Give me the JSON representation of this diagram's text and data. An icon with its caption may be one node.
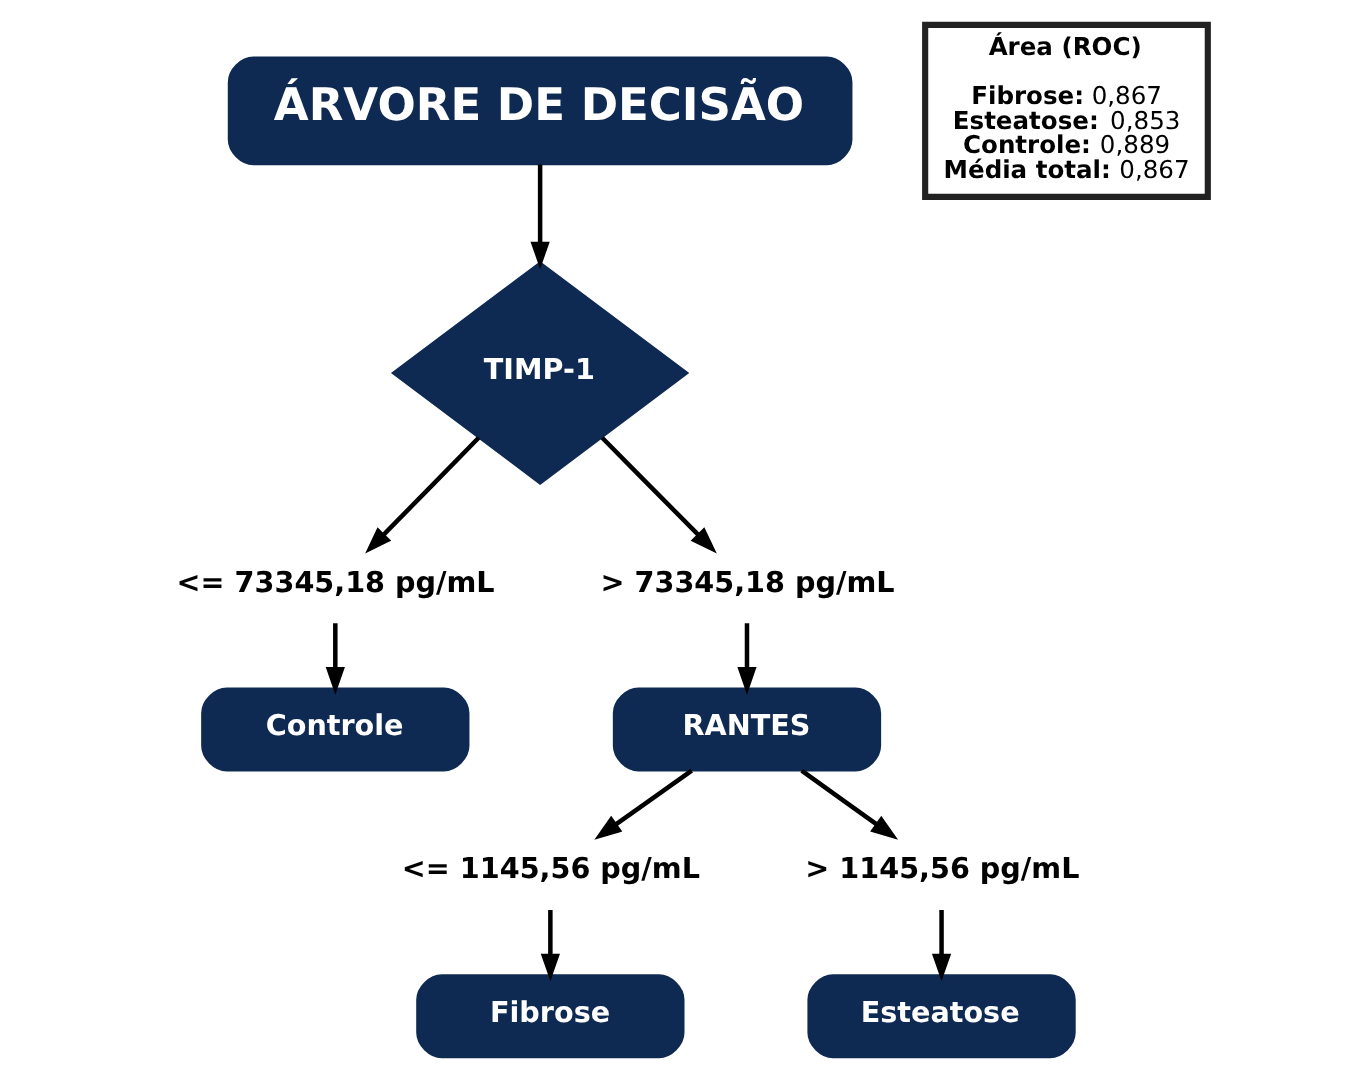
{
  "diagram": {
    "nodes": [
      {
        "text": [
          "ÁRVORE DE DECISÃO"
        ]
      },
      {
        "text": [
          "TIMP-1"
        ]
      },
      {
        "text": [
          "<= 73345,18 pg/mL"
        ]
      },
      {
        "text": [
          "> 73345,18 pg/mL"
        ]
      },
      {
        "text": [
          "Controle"
        ]
      },
      {
        "text": [
          "RANTES"
        ]
      },
      {
        "text": [
          "<= 1145,56 pg/mL"
        ]
      },
      {
        "text": [
          "> 1145,56 pg/mL"
        ]
      },
      {
        "text": [
          "Fibrose"
        ]
      },
      {
        "text": [
          "Esteatose"
        ]
      },
      {
        "text": [
          "Área (ROC)",
          "**Fibrose:** 0,867",
          "**Esteatose:** 0,853",
          "**Controle:** 0,889",
          "**Média total:** 0,867"
        ]
      }
    ],
    "edges": [
      {
        "from": 0,
        "to": 1,
        "arrow": "to"
      },
      {
        "from": 1,
        "to": 2,
        "arrow": "to"
      },
      {
        "from": 1,
        "to": 3,
        "arrow": "to"
      },
      {
        "from": 2,
        "to": 4,
        "arrow": "to"
      },
      {
        "from": 3,
        "to": 5,
        "arrow": "to"
      },
      {
        "from": 5,
        "to": 6,
        "arrow": "to"
      },
      {
        "from": 5,
        "to": 7,
        "arrow": "to"
      },
      {
        "from": 6,
        "to": 8,
        "arrow": "to"
      },
      {
        "from": 7,
        "to": 9,
        "arrow": "to"
      }
    ]
  }
}
